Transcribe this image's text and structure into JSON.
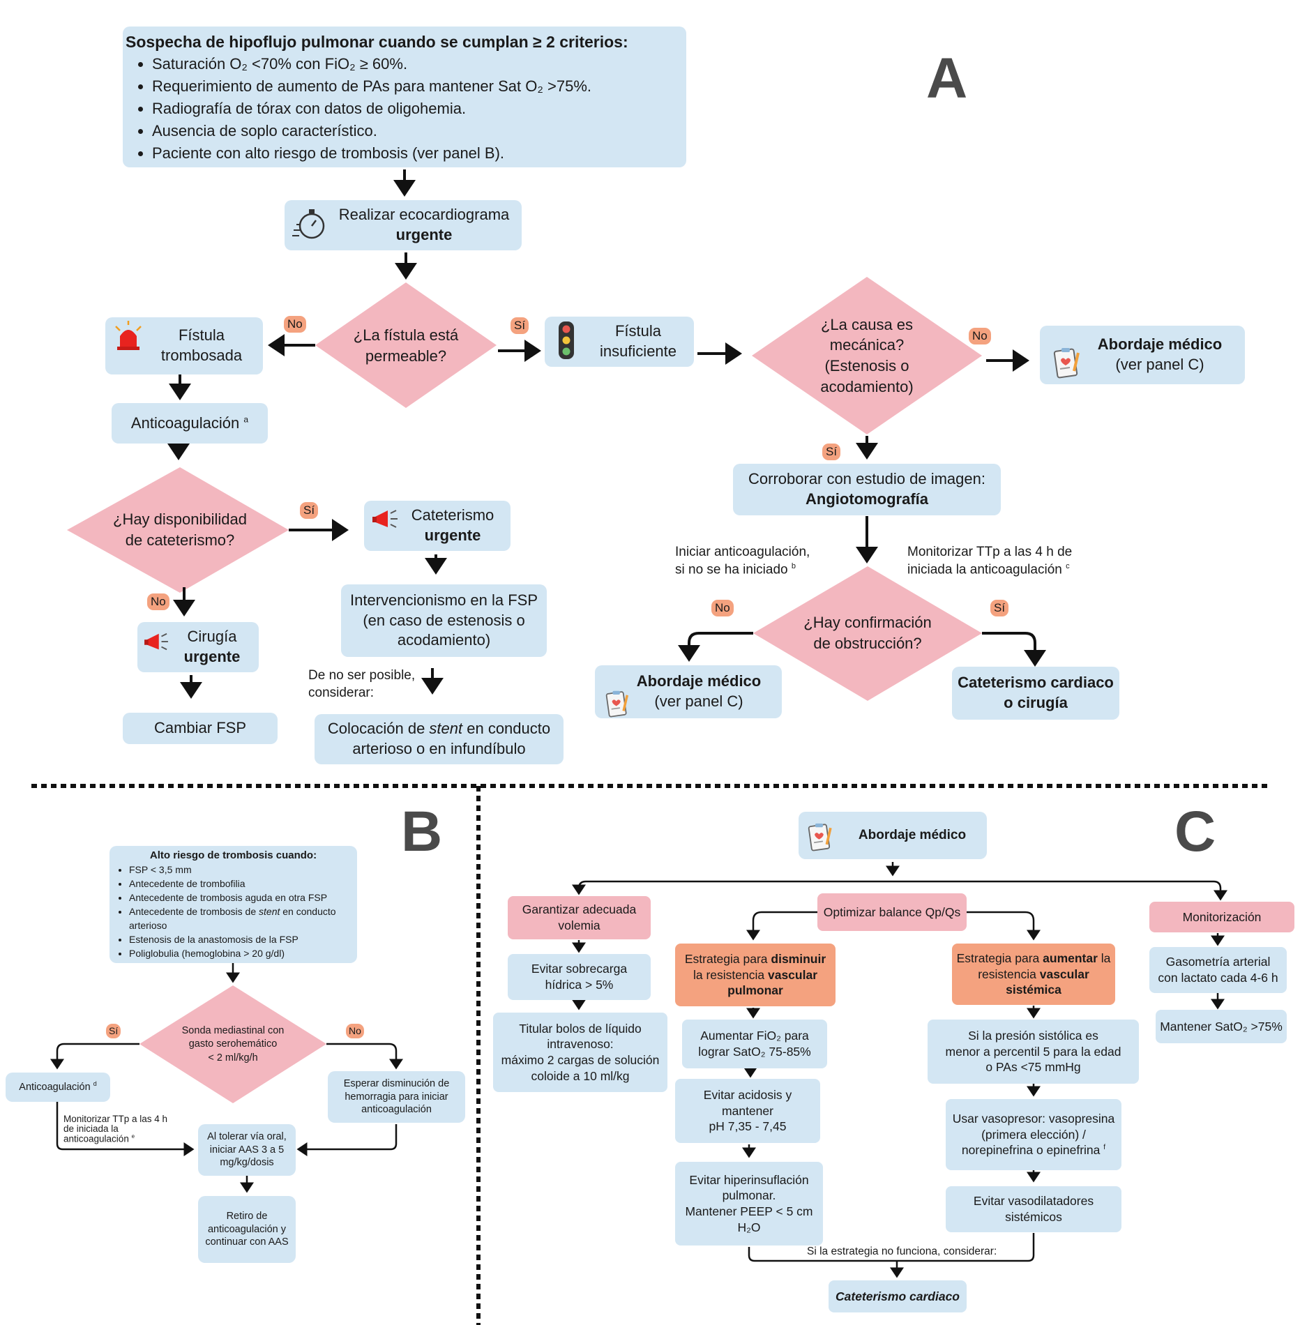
{
  "panels": {
    "a": "A",
    "b": "B",
    "c": "C"
  },
  "colors": {
    "box": "#d3e6f3",
    "decision": "#f3b7bf",
    "strategy": "#f4a27f",
    "badge": "#f4a27f",
    "panel_letter": "#4a4a4a"
  },
  "icons": [
    "stopwatch-icon",
    "siren-icon",
    "traffic-light-icon",
    "clipboard-heart-icon",
    "megaphone-icon"
  ],
  "panel_a": {
    "criteria_title": "Sospecha de hipoflujo pulmonar cuando se cumplan ≥ 2 criterios:",
    "criteria": [
      "Saturación O₂ <70% con FiO₂ ≥ 60%.",
      "Requerimiento de aumento de PAs para mantener Sat O₂ >75%.",
      "Radiografía de tórax con datos de oligohemia.",
      "Ausencia de soplo característico.",
      "Paciente con alto riesgo de trombosis (ver panel B)."
    ],
    "echo_line1": "Realizar ecocardiograma",
    "echo_line2": "urgente",
    "q_fistula_line1": "¿La fístula  está",
    "q_fistula_line2": "permeable?",
    "no": "No",
    "si": "Sí",
    "thrombosed_line1": "Fístula",
    "thrombosed_line2": "trombosada",
    "insufficient_line1": "Fístula",
    "insufficient_line2": "insuficiente",
    "anticoag": "Anticoagulación",
    "anticoag_sup": "a",
    "q_cath_line1": "¿Hay disponibilidad",
    "q_cath_line2": "de cateterismo?",
    "cath_line1": "Cateterismo",
    "cath_line2": "urgente",
    "surgery_line1": "Cirugía",
    "surgery_line2": "urgente",
    "change_fsp": "Cambiar FSP",
    "interv_line1": "Intervencionismo en la FSP",
    "interv_line2": "(en caso de estenosis o",
    "interv_line3": "acodamiento)",
    "not_possible_line1": "De no ser posible,",
    "not_possible_line2": "considerar:",
    "stent_pre": "Colocación de ",
    "stent_word": "stent",
    "stent_post": " en conducto",
    "stent_line2": "arterioso o en infundíbulo",
    "q_cause_line1": "¿La causa es",
    "q_cause_line2": "mecánica?",
    "q_cause_line3": "(Estenosis o",
    "q_cause_line4": "acodamiento)",
    "medical_title": "Abordaje médico",
    "medical_sub": "(ver panel C)",
    "corroborate_line1": "Corroborar con estudio de imagen:",
    "corroborate_line2": "Angiotomografía",
    "start_anticoag_line1": "Iniciar anticoagulación,",
    "start_anticoag_line2": "si no se ha iniciado",
    "start_anticoag_sup": "b",
    "monitor_line1": "Monitorizar TTp a las 4 h de",
    "monitor_line2": "iniciada la anticoagulación",
    "monitor_sup": "c",
    "q_obstruction_line1": "¿Hay confirmación",
    "q_obstruction_line2": "de obstrucción?",
    "cath_surgery_line1": "Cateterismo cardiaco",
    "cath_surgery_line2": "o cirugía"
  },
  "panel_b": {
    "risk_title": "Alto riesgo de trombosis cuando:",
    "risk_items": [
      "FSP < 3,5 mm",
      "Antecedente de trombofilia",
      "Antecedente de trombosis aguda en otra FSP"
    ],
    "risk_item4_pre": "Antecedente de trombosis de ",
    "risk_item4_word": "stent",
    "risk_item4_post": " en conducto arterioso",
    "risk_items_end": [
      "Estenosis de la anastomosis de la FSP",
      "Poliglobulia (hemoglobina > 20 g/dl)"
    ],
    "q_drain_line1": "Sonda mediastinal con",
    "q_drain_line2": "gasto serohemático",
    "q_drain_line3": "< 2 ml/kg/h",
    "si": "Sí",
    "no": "No",
    "anticoag": "Anticoagulación",
    "anticoag_sup": "d",
    "wait_line1": "Esperar disminución de",
    "wait_line2": "hemorragia para iniciar",
    "wait_line3": "anticoagulación",
    "monitor_line1": "Monitorizar TTp a las 4 h",
    "monitor_line2": "de iniciada la",
    "monitor_line3": "anticoagulación",
    "monitor_sup": "e",
    "aas_line1": "Al tolerar vía oral,",
    "aas_line2": "iniciar AAS 3 a 5",
    "aas_line3": "mg/kg/dosis",
    "withdraw_line1": "Retiro de",
    "withdraw_line2": "anticoagulación y",
    "withdraw_line3": "continuar con AAS"
  },
  "panel_c": {
    "medical": "Abordaje médico",
    "volemia_line1": "Garantizar adecuada",
    "volemia_line2": "volemia",
    "balance": "Optimizar balance Qp/Qs",
    "monitoring": "Monitorización",
    "overload_line1": "Evitar sobrecarga",
    "overload_line2": "hídrica > 5%",
    "bolus_line1": "Titular bolos de líquido",
    "bolus_line2": "intravenoso:",
    "bolus_line3": "máximo 2 cargas de solución",
    "bolus_line4": "coloide a 10 ml/kg",
    "decrease_pre": "Estrategia para ",
    "decrease_word": "disminuir",
    "decrease_line2_pre": "la resistencia ",
    "decrease_line2_word": "vascular",
    "decrease_line3": "pulmonar",
    "increase_pre": "Estrategia para ",
    "increase_word": "aumentar",
    "increase_post": " la",
    "increase_line2_pre": "resistencia ",
    "increase_line2_word": "vascular",
    "increase_line3": "sistémica",
    "fio2_line1": "Aumentar FiO₂ para",
    "fio2_line2": "lograr SatO₂ 75-85%",
    "acidosis_line1": "Evitar acidosis y",
    "acidosis_line2": "mantener",
    "acidosis_line3": "pH 7,35 - 7,45",
    "hyper_line1": "Evitar hiperinsuflación",
    "hyper_line2": "pulmonar.",
    "hyper_line3": "Mantener PEEP < 5 cm",
    "hyper_line4": "H₂O",
    "systolic_line1": "Si la presión sistólica es",
    "systolic_line2": "menor a  percentil 5 para la edad",
    "systolic_line3": "o PAs <75 mmHg",
    "vaso_line1": "Usar vasopresor: vasopresina",
    "vaso_line2": "(primera elección) /",
    "vaso_line3": "norepinefrina o epinefrina",
    "vaso_sup": "f",
    "vasodil_line1": "Evitar vasodilatadores",
    "vasodil_line2": "sistémicos",
    "gas_line1": "Gasometría arterial",
    "gas_line2": "con lactato cada 4-6 h",
    "maintain": "Mantener SatO₂ >75%",
    "fallback": "Si la estrategia no funciona, considerar:",
    "cath": "Cateterismo cardiaco"
  }
}
